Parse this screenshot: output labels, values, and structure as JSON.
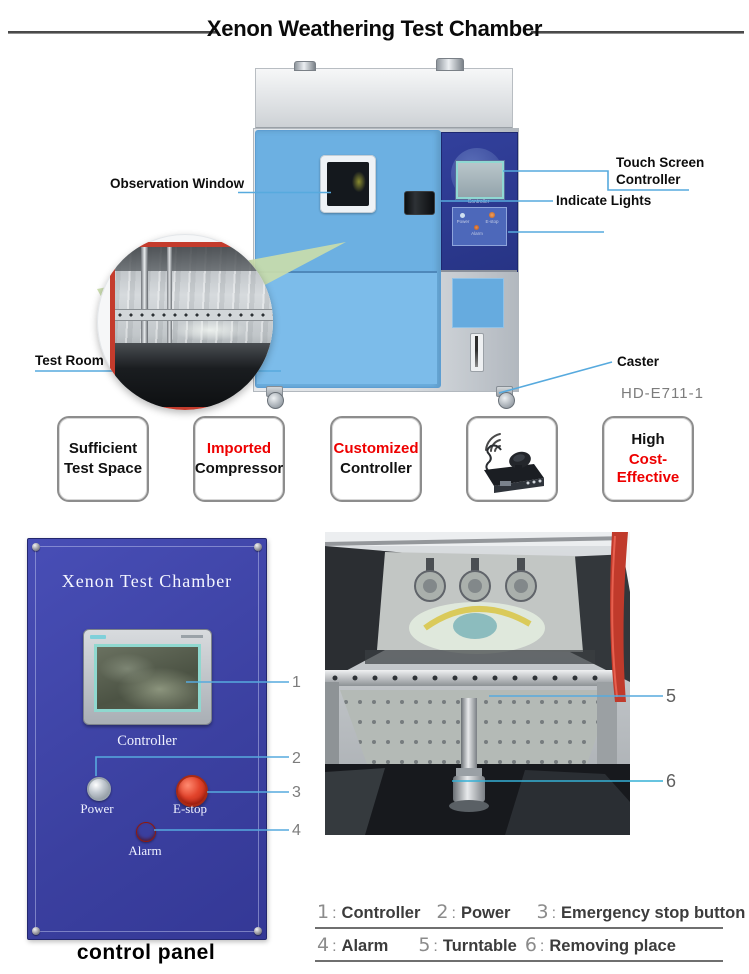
{
  "header": {
    "title": "Xenon Weathering Test Chamber"
  },
  "machine": {
    "model": "HD-E711-1",
    "callouts": {
      "observation_window": "Observation Window",
      "touch_screen_line1": "Touch Screen",
      "touch_screen_line2": "Controller",
      "indicate_lights": "Indicate Lights",
      "test_room": "Test Room",
      "caster": "Caster"
    },
    "panel": {
      "controller": "Controller",
      "power": "Power",
      "estop": "E-stop",
      "alarm": "Alarm"
    }
  },
  "features": [
    {
      "line1": "Sufficient",
      "line2": "Test Space",
      "color1": "#111111",
      "color2": "#111111"
    },
    {
      "line1": "Imported",
      "line2": "Compressor",
      "color1": "#ee0000",
      "color2": "#111111"
    },
    {
      "line1": "Customized",
      "line2": "Controller",
      "color1": "#ee0000",
      "color2": "#111111"
    },
    {
      "icon": "radio-intercom-photo"
    },
    {
      "line1": "High",
      "line2": "Cost-Effective",
      "color1": "#111111",
      "color2": "#ee0000"
    }
  ],
  "control_panel": {
    "title": "Xenon Test Chamber",
    "controller_label": "Controller",
    "power_label": "Power",
    "estop_label": "E-stop",
    "alarm_label": "Alarm",
    "caption": "control panel",
    "numbers": [
      "1",
      "2",
      "3",
      "4"
    ]
  },
  "interior": {
    "numbers": [
      "5",
      "6"
    ]
  },
  "legend": {
    "separator": ":",
    "row1": [
      {
        "num": "1",
        "label": "Controller"
      },
      {
        "num": "2",
        "label": "Power"
      },
      {
        "num": "3",
        "label": "Emergency stop button"
      }
    ],
    "row2": [
      {
        "num": "4",
        "label": "Alarm"
      },
      {
        "num": "5",
        "label": "Turntable"
      },
      {
        "num": "6",
        "label": "Removing place"
      }
    ]
  },
  "colors": {
    "machine_blue": "#6cb0e2",
    "machine_blue_light": "#7cbcea",
    "panel_dark_blue": "#2c3a92",
    "control_panel_blue": "#4045ac",
    "callout_line_blue": "#57aade",
    "red_accent": "#ee0000",
    "teal_screen": "#8fd8cf",
    "red_frame": "#c43b2c"
  }
}
